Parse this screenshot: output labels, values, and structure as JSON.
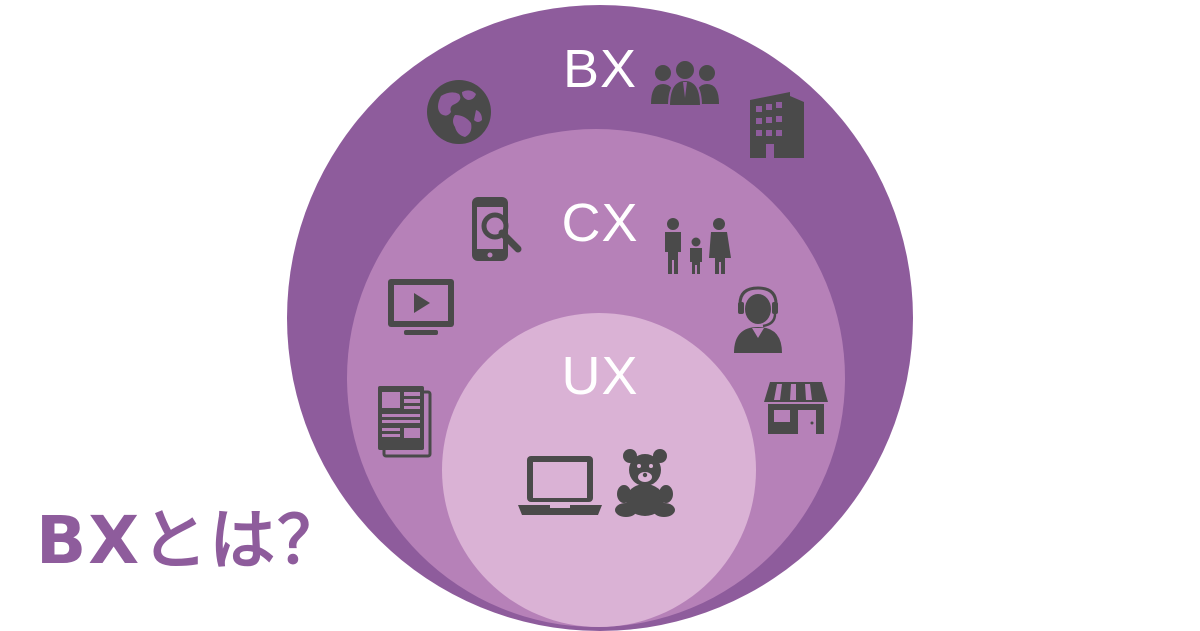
{
  "diagram": {
    "rings": [
      {
        "label": "BX",
        "color": "#8e5c9c"
      },
      {
        "label": "CX",
        "color": "#b681b8"
      },
      {
        "label": "UX",
        "color": "#dab2d5"
      }
    ],
    "icon_color": "#4a4a4a",
    "icons": {
      "bx": [
        "globe-icon",
        "business-people-icon",
        "office-building-icon"
      ],
      "cx": [
        "smartphone-search-icon",
        "family-icon",
        "tv-play-icon",
        "call-center-operator-icon",
        "newspaper-icon",
        "storefront-icon"
      ],
      "ux": [
        "laptop-icon",
        "teddy-bear-icon"
      ]
    }
  },
  "heading": "BXとは？"
}
